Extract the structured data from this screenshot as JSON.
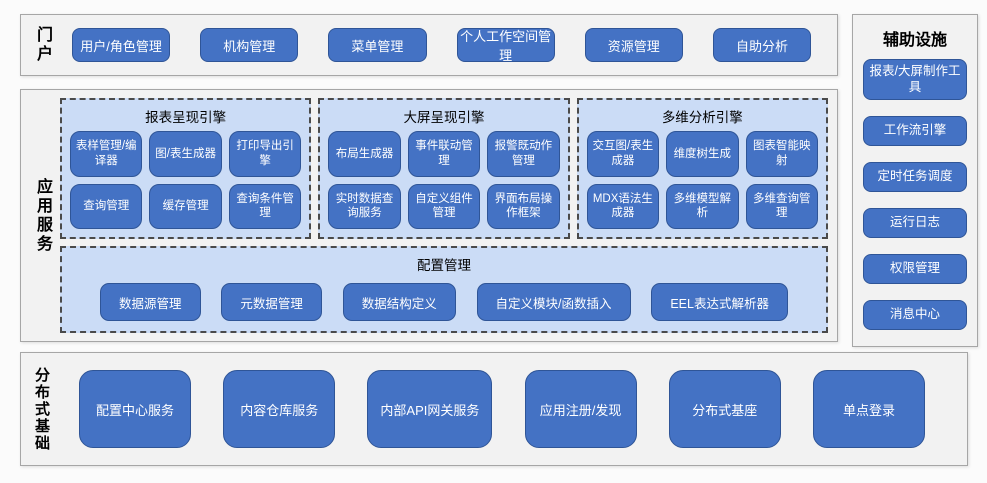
{
  "colors": {
    "button_fill": "#4472c4",
    "button_border": "#2f5597",
    "panel_fill": "#cbdcf6",
    "panel_dash_border": "#4a4a4a",
    "section_fill": "#f2f2f2",
    "section_border": "#a6a6a6",
    "button_text": "#ffffff"
  },
  "portal": {
    "label": "门户",
    "buttons": [
      "用户/角色管理",
      "机构管理",
      "菜单管理",
      "个人工作空间管理",
      "资源管理",
      "自助分析"
    ]
  },
  "app_services": {
    "label": "应用服务",
    "engines": [
      {
        "title": "报表呈现引擎",
        "buttons": [
          "表样管理/编译器",
          "图/表生成器",
          "打印导出引擎",
          "查询管理",
          "缓存管理",
          "查询条件管理"
        ]
      },
      {
        "title": "大屏呈现引擎",
        "buttons": [
          "布局生成器",
          "事件联动管理",
          "报警既动作管理",
          "实时数据查询服务",
          "自定义组件管理",
          "界面布局操作框架"
        ]
      },
      {
        "title": "多维分析引擎",
        "buttons": [
          "交互图/表生成器",
          "维度树生成",
          "图表智能映射",
          "MDX语法生成器",
          "多维模型解析",
          "多维查询管理"
        ]
      }
    ],
    "config": {
      "title": "配置管理",
      "buttons": [
        "数据源管理",
        "元数据管理",
        "数据结构定义",
        "自定义模块/函数插入",
        "EEL表达式解析器"
      ]
    }
  },
  "distributed": {
    "label": "分布式基础",
    "buttons": [
      "配置中心服务",
      "内容仓库服务",
      "内部API网关服务",
      "应用注册/发现",
      "分布式基座",
      "单点登录"
    ]
  },
  "auxiliary": {
    "label": "辅助设施",
    "buttons": [
      "报表/大屏制作工具",
      "工作流引擎",
      "定时任务调度",
      "运行日志",
      "权限管理",
      "消息中心"
    ]
  }
}
